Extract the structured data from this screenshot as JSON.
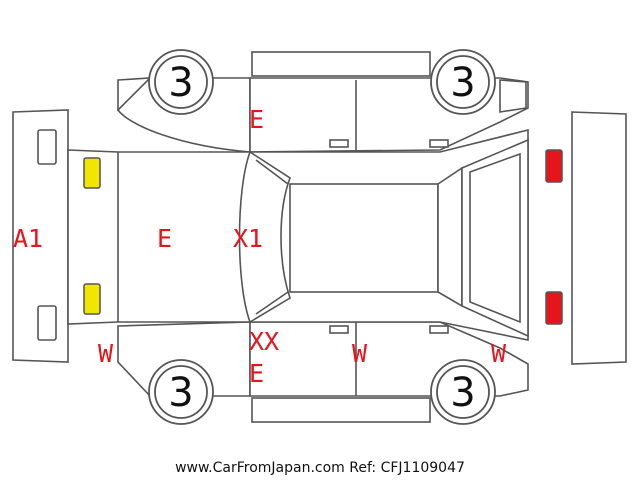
{
  "colors": {
    "line": "#555555",
    "mark_text": "#e8141c",
    "yellow_lamp": "#f2e600",
    "red_lamp": "#e8141c"
  },
  "tires": {
    "front_left": "3",
    "rear_left": "3",
    "front_right": "3",
    "rear_right": "3"
  },
  "marks": {
    "front_bumper": "A1",
    "hood": "E",
    "roof": "X1",
    "left_front_door": "E",
    "right_front_door": "E",
    "pillar": "XX",
    "right_front_fender": "W",
    "right_rear_door": "W",
    "right_rear_fender": "W"
  },
  "footer": "www.CarFromJapan.com Ref: CFJ1109047"
}
